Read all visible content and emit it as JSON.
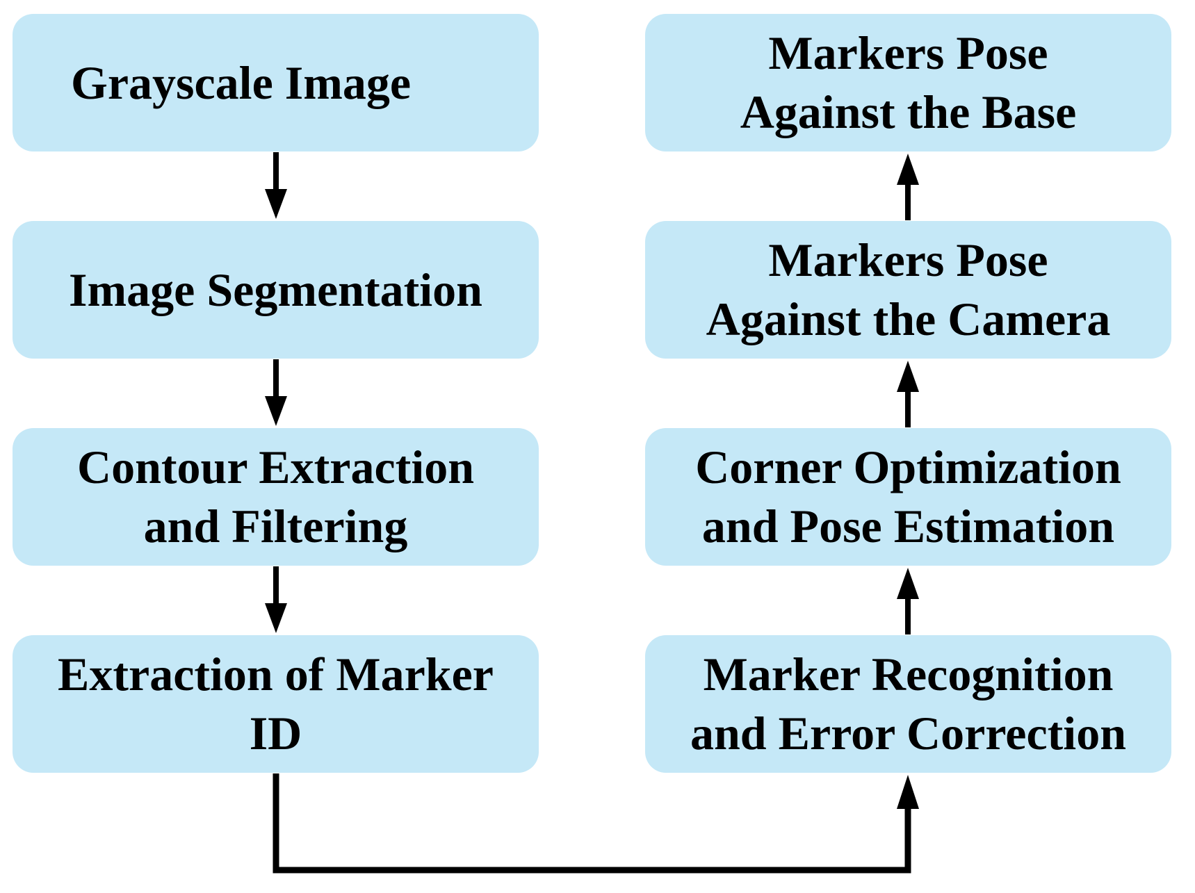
{
  "colors": {
    "background": "#FFFFFF",
    "box_fill": "#C5E8F7",
    "text_color": "#000000",
    "arrow_color": "#000000"
  },
  "diagram": {
    "type": "flowchart",
    "left_column": [
      {
        "id": "grayscale-image",
        "lines": [
          "Grayscale Image"
        ]
      },
      {
        "id": "image-segmentation",
        "lines": [
          "Image Segmentation"
        ]
      },
      {
        "id": "contour-extraction",
        "lines": [
          "Contour Extraction",
          "and Filtering"
        ]
      },
      {
        "id": "extraction-marker-id",
        "lines": [
          "Extraction of Marker",
          "ID"
        ]
      }
    ],
    "right_column": [
      {
        "id": "markers-pose-base",
        "lines": [
          "Markers Pose",
          "Against the Base"
        ]
      },
      {
        "id": "markers-pose-camera",
        "lines": [
          "Markers Pose",
          "Against the Camera"
        ]
      },
      {
        "id": "corner-optimization",
        "lines": [
          "Corner Optimization",
          "and Pose Estimation"
        ]
      },
      {
        "id": "marker-recognition",
        "lines": [
          "Marker Recognition",
          "and Error Correction"
        ]
      }
    ],
    "connections": [
      {
        "from": "Grayscale Image",
        "to": "Image Segmentation",
        "direction": "down"
      },
      {
        "from": "Image Segmentation",
        "to": "Contour Extraction and Filtering",
        "direction": "down"
      },
      {
        "from": "Contour Extraction and Filtering",
        "to": "Extraction of Marker ID",
        "direction": "down"
      },
      {
        "from": "Extraction of Marker ID",
        "to": "Marker Recognition and Error Correction",
        "direction": "elbow-right-up"
      },
      {
        "from": "Marker Recognition and Error Correction",
        "to": "Corner Optimization and Pose Estimation",
        "direction": "up"
      },
      {
        "from": "Corner Optimization and Pose Estimation",
        "to": "Markers Pose Against the Camera",
        "direction": "up"
      },
      {
        "from": "Markers Pose Against the Camera",
        "to": "Markers Pose Against the Base",
        "direction": "up"
      }
    ]
  }
}
